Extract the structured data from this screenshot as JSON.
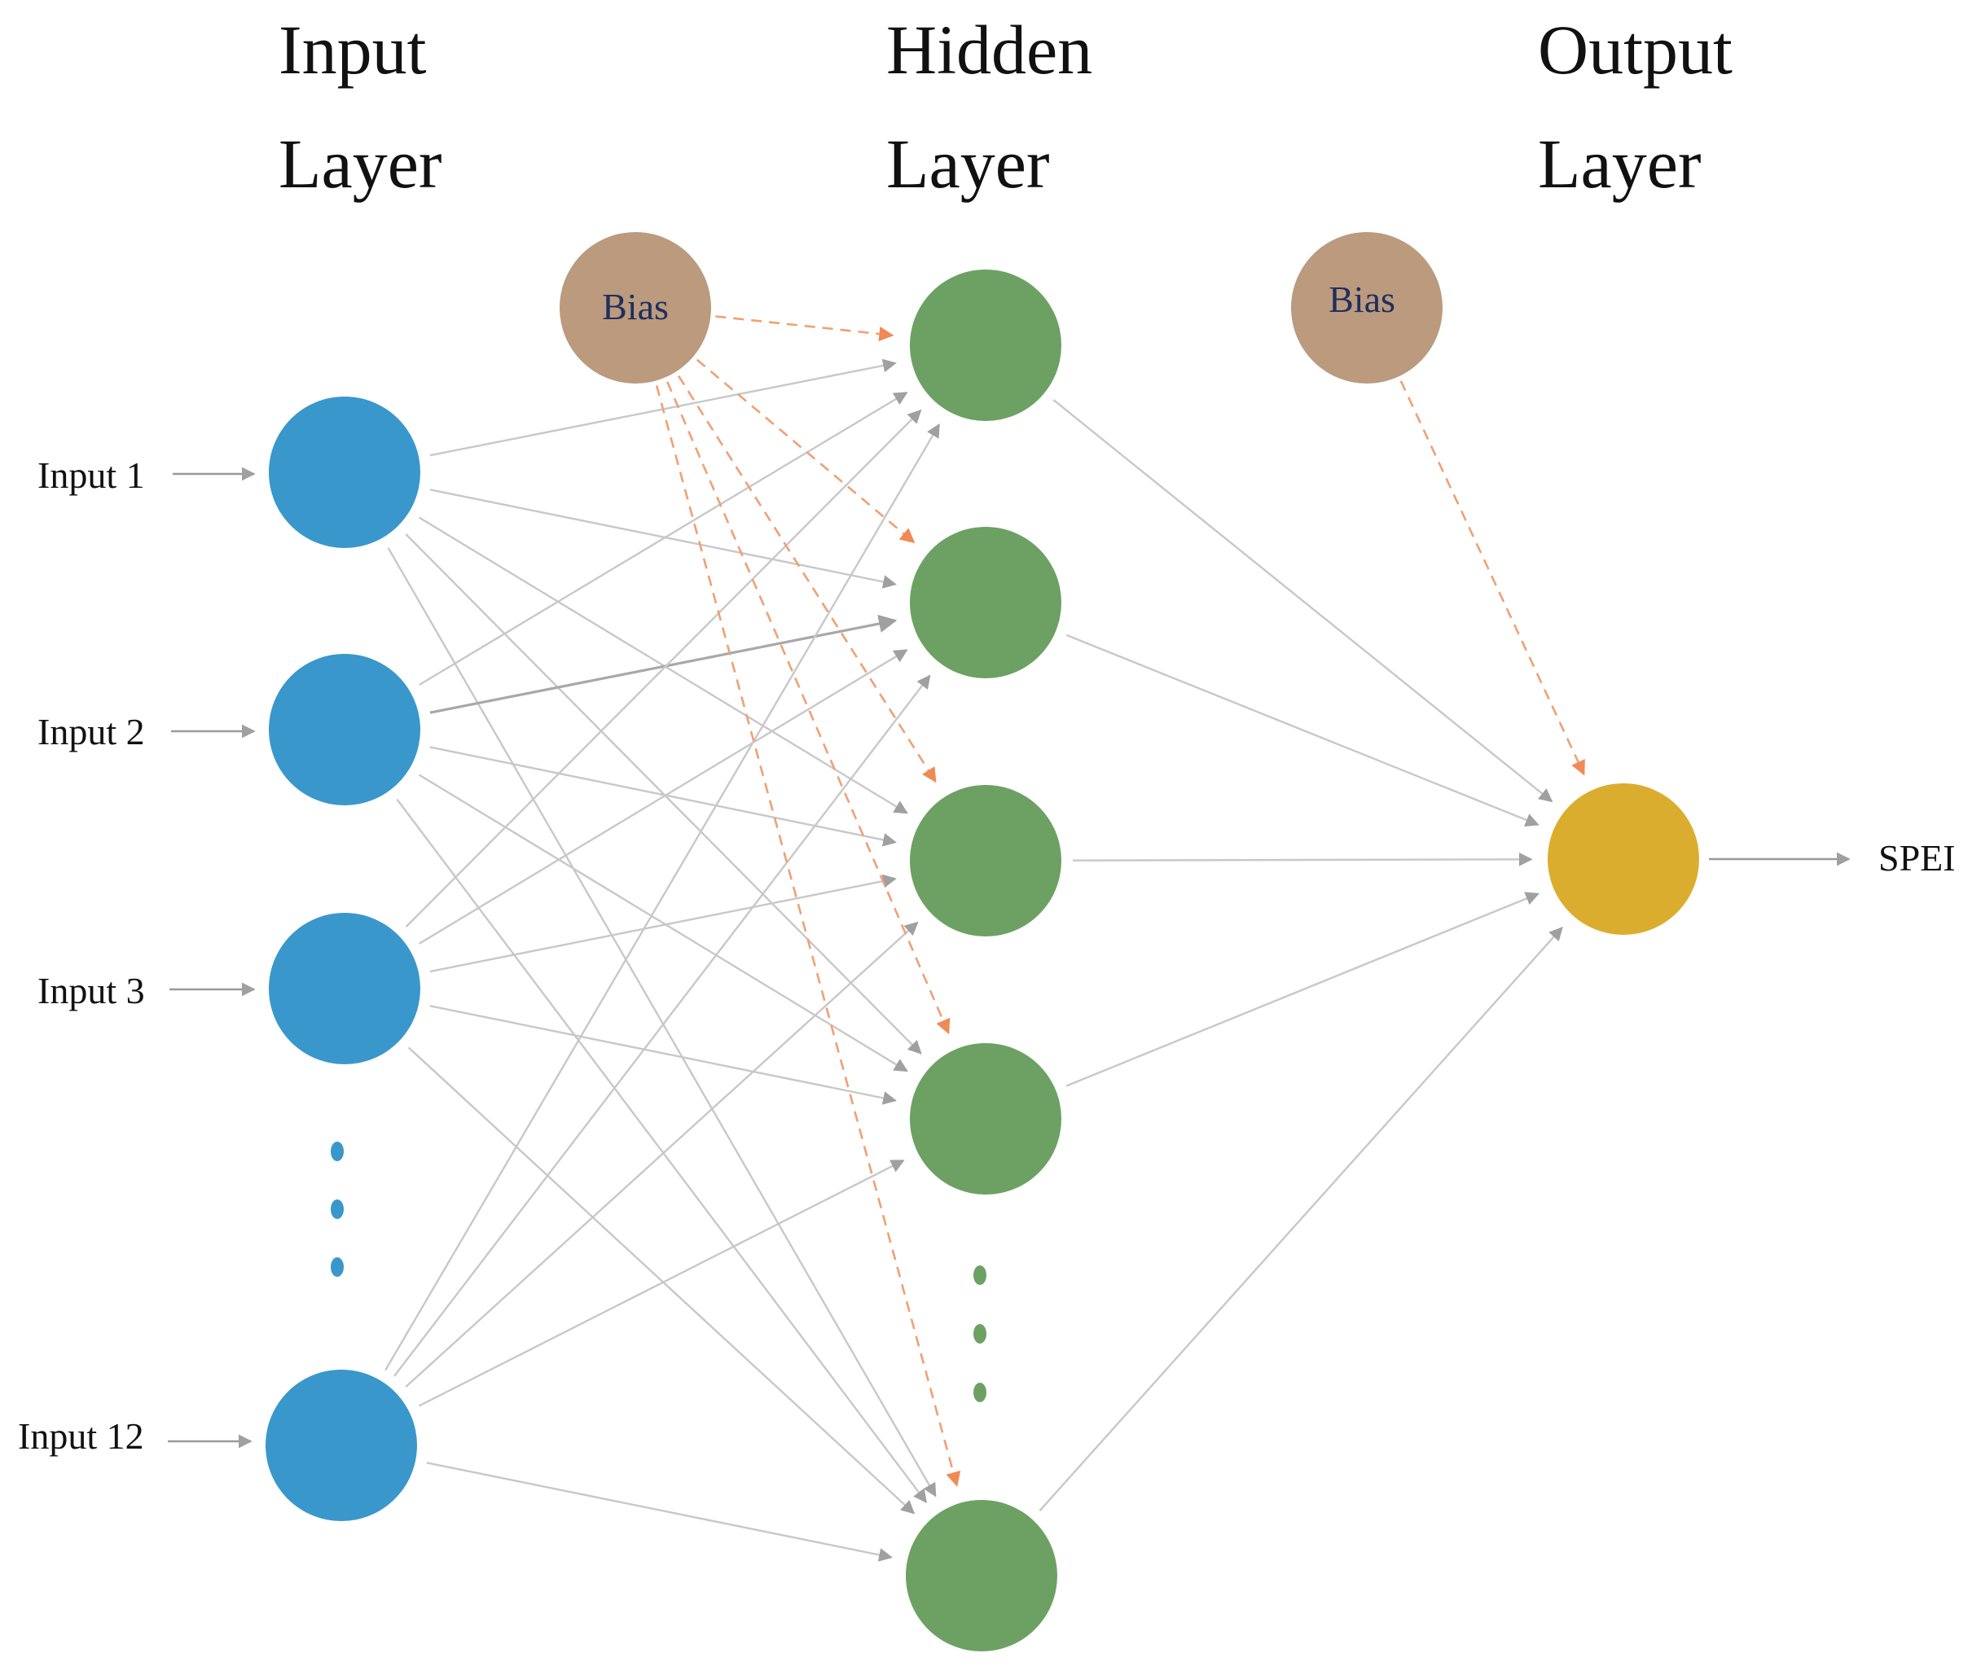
{
  "layers": {
    "input": {
      "title_line1": "Input",
      "title_line2": "Layer",
      "color": "#3a97cb"
    },
    "hidden": {
      "title_line1": "Hidden",
      "title_line2": "Layer",
      "color": "#6da163"
    },
    "output": {
      "title_line1": "Output",
      "title_line2": "Layer",
      "color": "#dbad2f"
    }
  },
  "input_labels": [
    "Input 1",
    "Input 2",
    "Input 3",
    "Input 12"
  ],
  "bias_label": "Bias",
  "bias_color": "#bb9a7e",
  "output_label": "SPEI",
  "edge_color": "#c8c8c8",
  "bias_edge_color": "#f0a074"
}
